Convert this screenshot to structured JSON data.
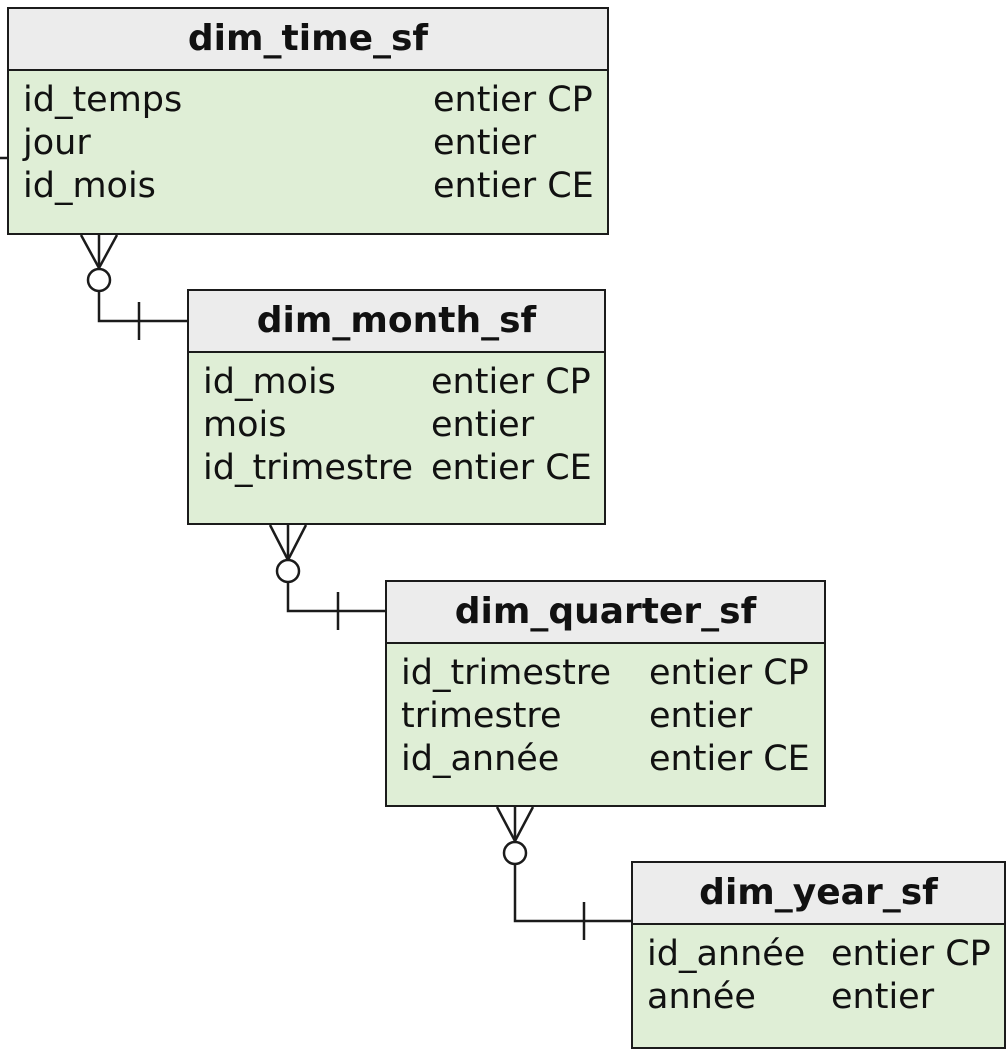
{
  "entities": [
    {
      "name": "dim_time_sf",
      "attributes": [
        {
          "name": "id_temps",
          "type": "entier CP"
        },
        {
          "name": "jour",
          "type": "entier"
        },
        {
          "name": "id_mois",
          "type": "entier CE"
        }
      ]
    },
    {
      "name": "dim_month_sf",
      "attributes": [
        {
          "name": "id_mois",
          "type": "entier CP"
        },
        {
          "name": "mois",
          "type": "entier"
        },
        {
          "name": "id_trimestre",
          "type": "entier CE"
        }
      ]
    },
    {
      "name": "dim_quarter_sf",
      "attributes": [
        {
          "name": "id_trimestre",
          "type": "entier CP"
        },
        {
          "name": "trimestre",
          "type": "entier"
        },
        {
          "name": "id_année",
          "type": "entier CE"
        }
      ]
    },
    {
      "name": "dim_year_sf",
      "attributes": [
        {
          "name": "id_année",
          "type": "entier CP"
        },
        {
          "name": "année",
          "type": "entier"
        }
      ]
    }
  ],
  "relationships": [
    {
      "from": "dim_time_sf",
      "to": "dim_month_sf",
      "from_cardinality": "zero-or-many",
      "to_cardinality": "exactly-one"
    },
    {
      "from": "dim_month_sf",
      "to": "dim_quarter_sf",
      "from_cardinality": "zero-or-many",
      "to_cardinality": "exactly-one"
    },
    {
      "from": "dim_quarter_sf",
      "to": "dim_year_sf",
      "from_cardinality": "zero-or-many",
      "to_cardinality": "exactly-one"
    }
  ],
  "colors": {
    "header_fill": "#ececec",
    "body_fill": "#dfeed6",
    "border": "#1b1b1b"
  }
}
